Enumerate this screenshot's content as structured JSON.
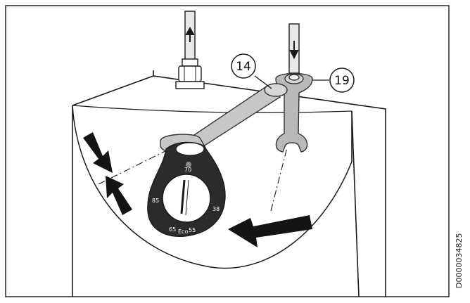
{
  "callouts": {
    "wrench_small": "14",
    "wrench_large": "19"
  },
  "dial": {
    "top_mark": "70",
    "left_mark": "85",
    "right_mark": "38",
    "bottom_left_mark": "65",
    "bottom_center_mark": "Eco",
    "bottom_right_mark": "55"
  },
  "document_id": "D0000034825",
  "colors": {
    "line": "#1a1a1a",
    "wrench_fill": "#b9b9b9",
    "wrench_stroke": "#333333",
    "dial_plate": "#2b2b2b",
    "arrow_fill": "#141414",
    "frame": "#1a1a1a"
  }
}
